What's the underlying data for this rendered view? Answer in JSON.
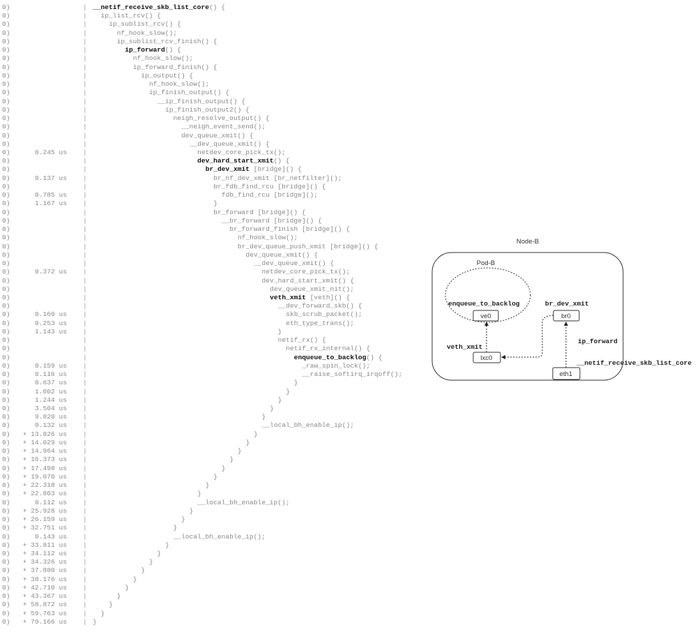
{
  "trace": [
    {
      "cpu": "0)",
      "dur": "",
      "level": 0,
      "name": "__netif_receive_skb_list_core",
      "suffix": "() {",
      "bold": true
    },
    {
      "cpu": "0)",
      "dur": "",
      "level": 1,
      "name": "ip_list_rcv",
      "suffix": "() {",
      "bold": false
    },
    {
      "cpu": "0)",
      "dur": "",
      "level": 2,
      "name": "ip_sublist_rcv",
      "suffix": "() {",
      "bold": false
    },
    {
      "cpu": "0)",
      "dur": "",
      "level": 3,
      "name": "nf_hook_slow",
      "suffix": "();",
      "bold": false
    },
    {
      "cpu": "0)",
      "dur": "",
      "level": 3,
      "name": "ip_sublist_rcv_finish",
      "suffix": "() {",
      "bold": false
    },
    {
      "cpu": "0)",
      "dur": "",
      "level": 4,
      "name": "ip_forward",
      "suffix": "() {",
      "bold": true
    },
    {
      "cpu": "0)",
      "dur": "",
      "level": 5,
      "name": "nf_hook_slow",
      "suffix": "();",
      "bold": false
    },
    {
      "cpu": "0)",
      "dur": "",
      "level": 5,
      "name": "ip_forward_finish",
      "suffix": "() {",
      "bold": false
    },
    {
      "cpu": "0)",
      "dur": "",
      "level": 6,
      "name": "ip_output",
      "suffix": "() {",
      "bold": false
    },
    {
      "cpu": "0)",
      "dur": "",
      "level": 7,
      "name": "nf_hook_slow",
      "suffix": "();",
      "bold": false
    },
    {
      "cpu": "0)",
      "dur": "",
      "level": 7,
      "name": "ip_finish_output",
      "suffix": "() {",
      "bold": false
    },
    {
      "cpu": "0)",
      "dur": "",
      "level": 8,
      "name": "__ip_finish_output",
      "suffix": "() {",
      "bold": false
    },
    {
      "cpu": "0)",
      "dur": "",
      "level": 9,
      "name": "ip_finish_output2",
      "suffix": "() {",
      "bold": false
    },
    {
      "cpu": "0)",
      "dur": "",
      "level": 10,
      "name": "neigh_resolve_output",
      "suffix": "() {",
      "bold": false
    },
    {
      "cpu": "0)",
      "dur": "",
      "level": 11,
      "name": "__neigh_event_send",
      "suffix": "();",
      "bold": false
    },
    {
      "cpu": "0)",
      "dur": "",
      "level": 11,
      "name": "dev_queue_xmit",
      "suffix": "() {",
      "bold": false
    },
    {
      "cpu": "0)",
      "dur": "",
      "level": 12,
      "name": "__dev_queue_xmit",
      "suffix": "() {",
      "bold": false
    },
    {
      "cpu": "0)",
      "dur": "0.245 us",
      "level": 13,
      "name": "netdev_core_pick_tx",
      "suffix": "();",
      "bold": false
    },
    {
      "cpu": "0)",
      "dur": "",
      "level": 13,
      "name": "dev_hard_start_xmit",
      "suffix": "() {",
      "bold": true
    },
    {
      "cpu": "0)",
      "dur": "",
      "level": 14,
      "name": "br_dev_xmit",
      "suffix": " [bridge]() {",
      "bold": true
    },
    {
      "cpu": "0)",
      "dur": "0.137 us",
      "level": 15,
      "name": "br_nf_dev_xmit",
      "suffix": " [br_netfilter]();",
      "bold": false
    },
    {
      "cpu": "0)",
      "dur": "",
      "level": 15,
      "name": "br_fdb_find_rcu",
      "suffix": " [bridge]() {",
      "bold": false
    },
    {
      "cpu": "0)",
      "dur": "0.785 us",
      "level": 16,
      "name": "fdb_find_rcu",
      "suffix": " [bridge]();",
      "bold": false
    },
    {
      "cpu": "0)",
      "dur": "1.167 us",
      "level": 15,
      "name": "",
      "suffix": "}",
      "bold": false
    },
    {
      "cpu": "0)",
      "dur": "",
      "level": 15,
      "name": "br_forward",
      "suffix": " [bridge]() {",
      "bold": false
    },
    {
      "cpu": "0)",
      "dur": "",
      "level": 16,
      "name": "__br_forward",
      "suffix": " [bridge]() {",
      "bold": false
    },
    {
      "cpu": "0)",
      "dur": "",
      "level": 17,
      "name": "br_forward_finish",
      "suffix": " [bridge]() {",
      "bold": false
    },
    {
      "cpu": "0)",
      "dur": "",
      "level": 18,
      "name": "nf_hook_slow",
      "suffix": "();",
      "bold": false
    },
    {
      "cpu": "0)",
      "dur": "",
      "level": 18,
      "name": "br_dev_queue_push_xmit",
      "suffix": " [bridge]() {",
      "bold": false
    },
    {
      "cpu": "0)",
      "dur": "",
      "level": 19,
      "name": "dev_queue_xmit",
      "suffix": "() {",
      "bold": false
    },
    {
      "cpu": "0)",
      "dur": "",
      "level": 20,
      "name": "__dev_queue_xmit",
      "suffix": "() {",
      "bold": false
    },
    {
      "cpu": "0)",
      "dur": "0.372 us",
      "level": 21,
      "name": "netdev_core_pick_tx",
      "suffix": "();",
      "bold": false
    },
    {
      "cpu": "0)",
      "dur": "",
      "level": 21,
      "name": "dev_hard_start_xmit",
      "suffix": "() {",
      "bold": false
    },
    {
      "cpu": "0)",
      "dur": "",
      "level": 22,
      "name": "dev_queue_xmit_nit",
      "suffix": "();",
      "bold": false
    },
    {
      "cpu": "0)",
      "dur": "",
      "level": 22,
      "name": "veth_xmit",
      "suffix": " [veth]() {",
      "bold": true
    },
    {
      "cpu": "0)",
      "dur": "",
      "level": 23,
      "name": "__dev_forward_skb",
      "suffix": "() {",
      "bold": false
    },
    {
      "cpu": "0)",
      "dur": "0.160 us",
      "level": 24,
      "name": "skb_scrub_packet",
      "suffix": "();",
      "bold": false
    },
    {
      "cpu": "0)",
      "dur": "0.253 us",
      "level": 24,
      "name": "eth_type_trans",
      "suffix": "();",
      "bold": false
    },
    {
      "cpu": "0)",
      "dur": "1.143 us",
      "level": 23,
      "name": "",
      "suffix": "}",
      "bold": false
    },
    {
      "cpu": "0)",
      "dur": "",
      "level": 23,
      "name": "netif_rx",
      "suffix": "() {",
      "bold": false
    },
    {
      "cpu": "0)",
      "dur": "",
      "level": 24,
      "name": "netif_rx_internal",
      "suffix": "() {",
      "bold": false
    },
    {
      "cpu": "0)",
      "dur": "",
      "level": 25,
      "name": "enqueue_to_backlog",
      "suffix": "() {",
      "bold": true
    },
    {
      "cpu": "0)",
      "dur": "0.159 us",
      "level": 26,
      "name": "_raw_spin_lock",
      "suffix": "();",
      "bold": false
    },
    {
      "cpu": "0)",
      "dur": "0.116 us",
      "level": 26,
      "name": "__raise_softirq_irqoff",
      "suffix": "();",
      "bold": false
    },
    {
      "cpu": "0)",
      "dur": "0.637 us",
      "level": 25,
      "name": "",
      "suffix": "}",
      "bold": false
    },
    {
      "cpu": "0)",
      "dur": "1.002 us",
      "level": 24,
      "name": "",
      "suffix": "}",
      "bold": false
    },
    {
      "cpu": "0)",
      "dur": "1.244 us",
      "level": 23,
      "name": "",
      "suffix": "}",
      "bold": false
    },
    {
      "cpu": "0)",
      "dur": "3.504 us",
      "level": 22,
      "name": "",
      "suffix": "}",
      "bold": false
    },
    {
      "cpu": "0)",
      "dur": "9.820 us",
      "level": 21,
      "name": "",
      "suffix": "}",
      "bold": false
    },
    {
      "cpu": "0)",
      "dur": "0.132 us",
      "level": 21,
      "name": "__local_bh_enable_ip",
      "suffix": "();",
      "bold": false
    },
    {
      "cpu": "0)",
      "dur": "+ 13.826 us",
      "level": 20,
      "name": "",
      "suffix": "}",
      "bold": false
    },
    {
      "cpu": "0)",
      "dur": "+ 14.029 us",
      "level": 19,
      "name": "",
      "suffix": "}",
      "bold": false
    },
    {
      "cpu": "0)",
      "dur": "+ 14.964 us",
      "level": 18,
      "name": "",
      "suffix": "}",
      "bold": false
    },
    {
      "cpu": "0)",
      "dur": "+ 16.373 us",
      "level": 17,
      "name": "",
      "suffix": "}",
      "bold": false
    },
    {
      "cpu": "0)",
      "dur": "+ 17.498 us",
      "level": 16,
      "name": "",
      "suffix": "}",
      "bold": false
    },
    {
      "cpu": "0)",
      "dur": "+ 19.070 us",
      "level": 15,
      "name": "",
      "suffix": "}",
      "bold": false
    },
    {
      "cpu": "0)",
      "dur": "+ 22.318 us",
      "level": 14,
      "name": "",
      "suffix": "}",
      "bold": false
    },
    {
      "cpu": "0)",
      "dur": "+ 22.803 us",
      "level": 13,
      "name": "",
      "suffix": "}",
      "bold": false
    },
    {
      "cpu": "0)",
      "dur": "0.112 us",
      "level": 13,
      "name": "__local_bh_enable_ip",
      "suffix": "();",
      "bold": false
    },
    {
      "cpu": "0)",
      "dur": "+ 25.928 us",
      "level": 12,
      "name": "",
      "suffix": "}",
      "bold": false
    },
    {
      "cpu": "0)",
      "dur": "+ 26.159 us",
      "level": 11,
      "name": "",
      "suffix": "}",
      "bold": false
    },
    {
      "cpu": "0)",
      "dur": "+ 32.751 us",
      "level": 10,
      "name": "",
      "suffix": "}",
      "bold": false
    },
    {
      "cpu": "0)",
      "dur": "0.143 us",
      "level": 10,
      "name": "__local_bh_enable_ip",
      "suffix": "();",
      "bold": false
    },
    {
      "cpu": "0)",
      "dur": "+ 33.811 us",
      "level": 9,
      "name": "",
      "suffix": "}",
      "bold": false
    },
    {
      "cpu": "0)",
      "dur": "+ 34.112 us",
      "level": 8,
      "name": "",
      "suffix": "}",
      "bold": false
    },
    {
      "cpu": "0)",
      "dur": "+ 34.326 us",
      "level": 7,
      "name": "",
      "suffix": "}",
      "bold": false
    },
    {
      "cpu": "0)",
      "dur": "+ 37.880 us",
      "level": 6,
      "name": "",
      "suffix": "}",
      "bold": false
    },
    {
      "cpu": "0)",
      "dur": "+ 38.176 us",
      "level": 5,
      "name": "",
      "suffix": "}",
      "bold": false
    },
    {
      "cpu": "0)",
      "dur": "+ 42.710 us",
      "level": 4,
      "name": "",
      "suffix": "}",
      "bold": false
    },
    {
      "cpu": "0)",
      "dur": "+ 43.367 us",
      "level": 3,
      "name": "",
      "suffix": "}",
      "bold": false
    },
    {
      "cpu": "0)",
      "dur": "+ 58.872 us",
      "level": 2,
      "name": "",
      "suffix": "}",
      "bold": false
    },
    {
      "cpu": "0)",
      "dur": "+ 59.763 us",
      "level": 1,
      "name": "",
      "suffix": "}",
      "bold": false
    },
    {
      "cpu": "0)",
      "dur": "+ 79.166 us",
      "level": 0,
      "name": "",
      "suffix": "}",
      "bold": false
    }
  ],
  "separator": "|",
  "diagram": {
    "node_label": "Node-B",
    "pod_label": "Pod-B",
    "devices": {
      "ve0": "ve0",
      "br0": "br0",
      "lxc0": "lxc0",
      "eth1": "eth1"
    },
    "functions": {
      "enqueue": "enqueue_to_backlog",
      "br_dev_xmit": "br_dev_xmit",
      "ip_forward": "ip_forward",
      "veth_xmit": "veth_xmit",
      "netif_receive": "__netif_receive_skb_list_core"
    }
  }
}
